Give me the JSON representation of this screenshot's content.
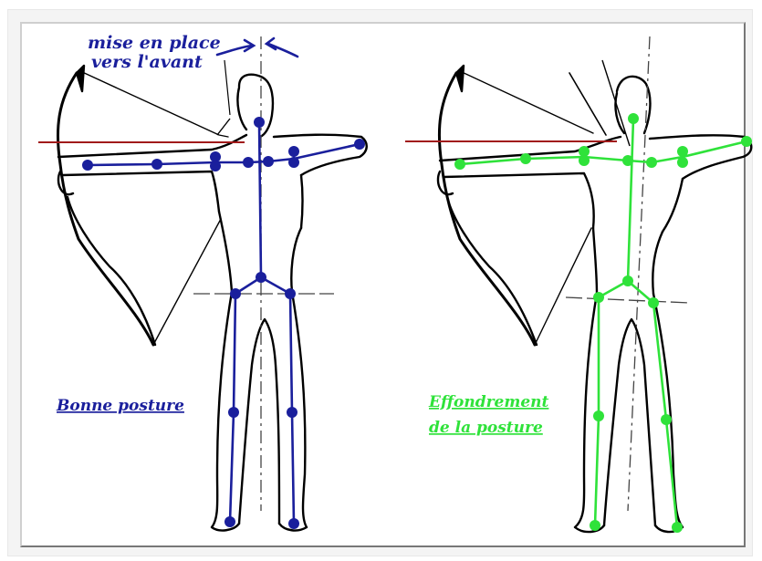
{
  "annotation_top": {
    "line1": "mise en place",
    "line2": "vers l'avant"
  },
  "label_good": "Bonne posture",
  "label_bad": {
    "line1": "Effondrement",
    "line2": "de la posture"
  },
  "colors": {
    "good": "#1a1f9c",
    "bad": "#2fe23a",
    "arrow_line": "#a11a1a",
    "outline": "#000000",
    "guide": "#444444"
  }
}
